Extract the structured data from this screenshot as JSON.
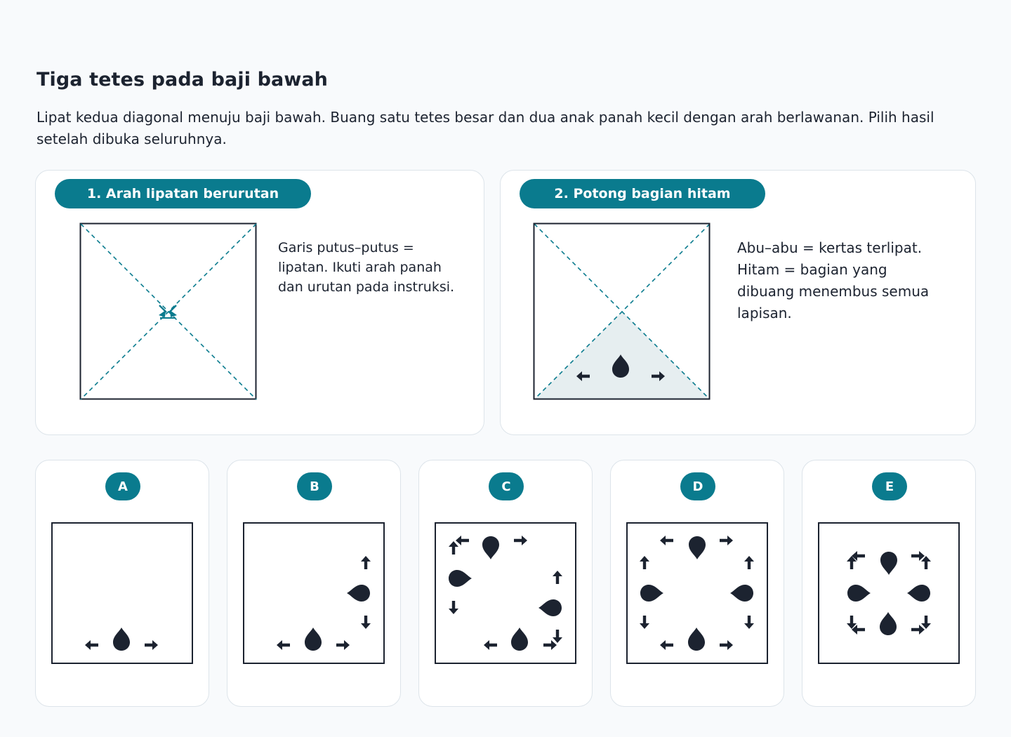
{
  "header": {
    "title": "Tiga tetes pada baji bawah",
    "instruction": "Lipat kedua diagonal menuju baji bawah. Buang satu tetes besar dan dua anak panah kecil dengan arah berlawanan. Pilih hasil setelah dibuka seluruhnya."
  },
  "steps": [
    {
      "label": "1. Arah lipatan berurutan",
      "note": "Garis putus–putus = lipatan. Ikuti arah panah dan urutan pada instruksi."
    },
    {
      "label": "2. Potong bagian hitam",
      "note": "Abu–abu = kertas terlipat. Hitam = bagian yang dibuang menembus semua lapisan."
    }
  ],
  "options": [
    {
      "letter": "A",
      "icon": "cutout-pattern-a"
    },
    {
      "letter": "B",
      "icon": "cutout-pattern-b"
    },
    {
      "letter": "C",
      "icon": "cutout-pattern-c"
    },
    {
      "letter": "D",
      "icon": "cutout-pattern-d"
    },
    {
      "letter": "E",
      "icon": "cutout-pattern-e"
    }
  ],
  "colors": {
    "accent": "#0a7b8e",
    "ink": "#1c2330",
    "folded": "#e6eef0"
  }
}
